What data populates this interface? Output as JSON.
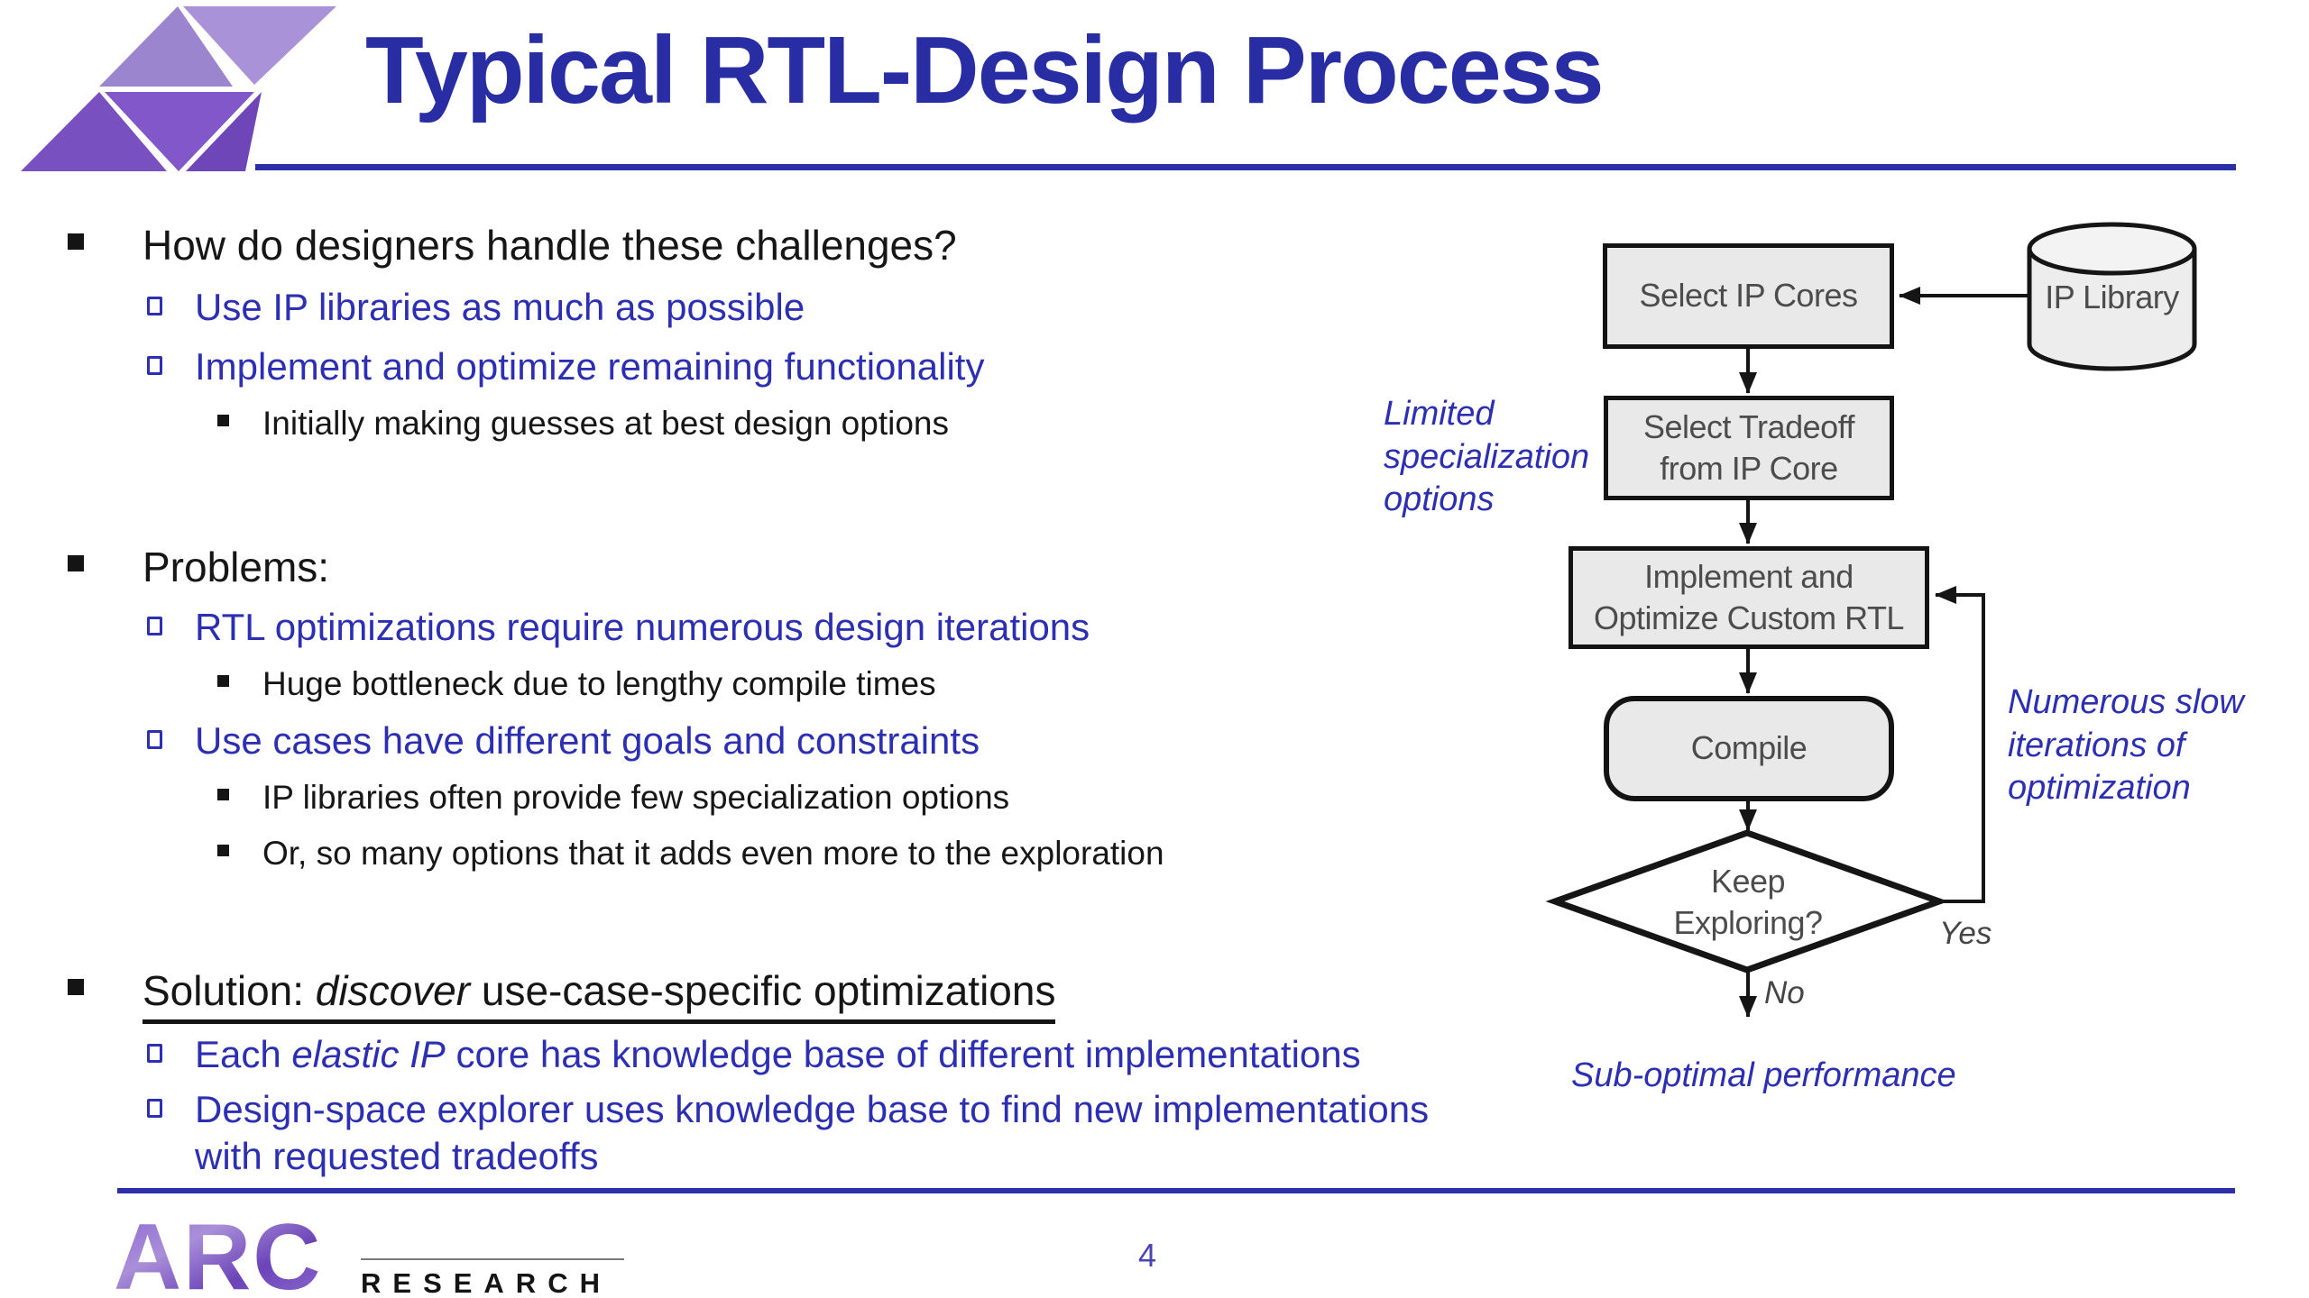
{
  "slide": {
    "title": "Typical RTL-Design Process"
  },
  "bullets": {
    "b1": "How do designers handle these challenges?",
    "b1_1": "Use IP libraries as much as possible",
    "b1_2": "Implement and optimize remaining functionality",
    "b1_2_1": "Initially making guesses at best design options",
    "b2": "Problems:",
    "b2_1": "RTL optimizations require numerous design iterations",
    "b2_1_1": "Huge bottleneck due to lengthy compile times",
    "b2_2": "Use cases have different goals and constraints",
    "b2_2_1": "IP libraries often provide few specialization options",
    "b2_2_2": "Or, so many options that it adds even more to the exploration",
    "b3_prefix": "Solution: ",
    "b3_italic": "discover",
    "b3_rest": " use-case-specific optimizations",
    "b3_1_prefix": "Each ",
    "b3_1_italic": "elastic IP",
    "b3_1_rest": " core has knowledge base of different implementations",
    "b3_2_line1": "Design-space explorer uses knowledge base to find new implementations",
    "b3_2_line2": "with requested tradeoffs"
  },
  "flowchart": {
    "select_ip_cores_label": "Select IP Cores",
    "ip_library_label": "IP Library",
    "select_tradeoff_line1": "Select Tradeoff",
    "select_tradeoff_line2": "from IP Core",
    "implement_line1": "Implement and",
    "implement_line2": "Optimize Custom RTL",
    "compile_label": "Compile",
    "decision_line1": "Keep",
    "decision_line2": "Exploring?",
    "yes_label": "Yes",
    "no_label": "No",
    "note_limited": "Limited specialization options",
    "note_iterations": "Numerous slow iterations of optimization",
    "note_suboptimal": "Sub-optimal performance"
  },
  "footer": {
    "logo_main": "ARC",
    "logo_sub": "RESEARCH",
    "page_number": "4"
  },
  "colors": {
    "title_blue": "#282da4",
    "rule_blue": "#2b2fa8",
    "bullet_blue": "#2d2fb2",
    "text_black": "#161616",
    "flow_box_fill": "#e9e9e9",
    "flow_border": "#131313",
    "flow_text_gray": "#4c4c4c",
    "logo_purple_dark": "#7950c0",
    "logo_purple_light": "#a992d8"
  }
}
